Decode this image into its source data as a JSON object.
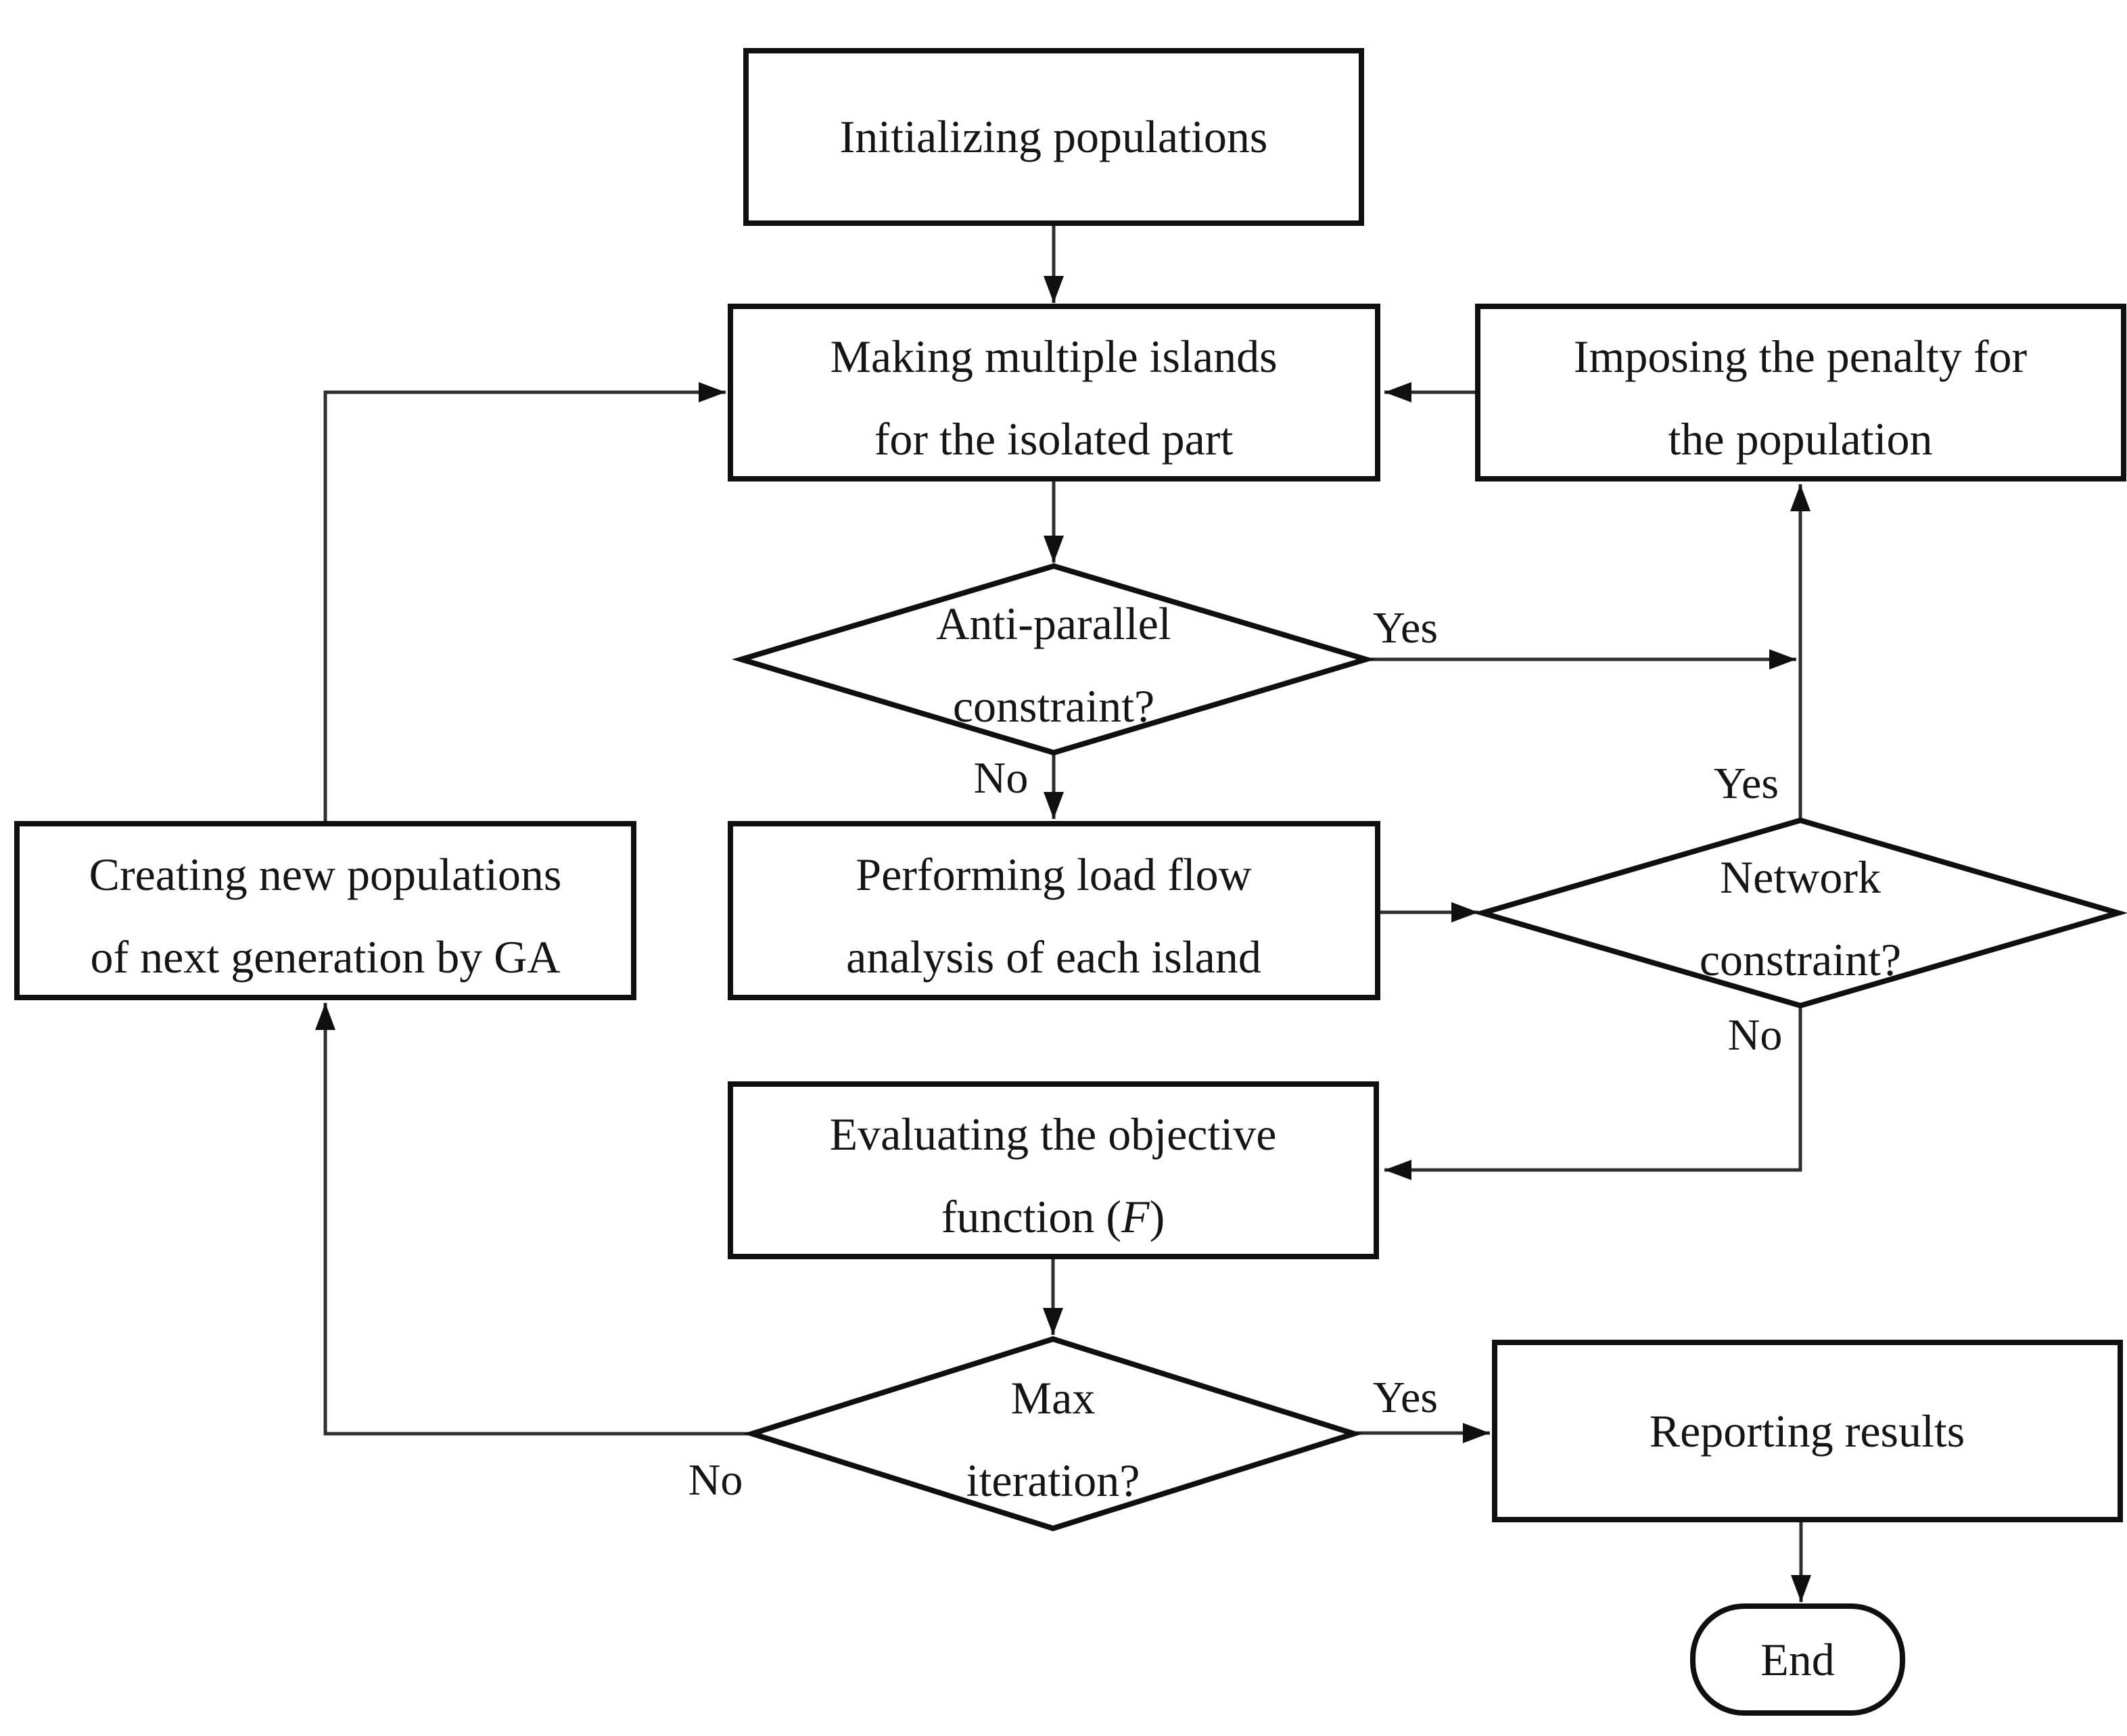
{
  "figure": {
    "type": "flowchart",
    "colors": {
      "background": "#ffffff",
      "shape_fill": "#ffffff",
      "shape_stroke": "#0f0f0f",
      "connector": "#2e2e2e",
      "text": "#151515"
    }
  },
  "nodes": {
    "init": {
      "type": "process",
      "label": "Initializing populations"
    },
    "islands": {
      "type": "process",
      "line1": "Making multiple islands",
      "line2": "for the isolated part"
    },
    "penalty": {
      "type": "process",
      "line1": "Imposing the penalty for",
      "line2": "the population"
    },
    "antiparallel": {
      "type": "decision",
      "line1": "Anti-parallel",
      "line2": "constraint?"
    },
    "loadflow": {
      "type": "process",
      "line1": "Performing load flow",
      "line2": "analysis of each island"
    },
    "network": {
      "type": "decision",
      "line1": "Network",
      "line2": "constraint?"
    },
    "creating": {
      "type": "process",
      "line1": "Creating new populations",
      "line2": "of next generation by GA"
    },
    "evaluating": {
      "type": "process",
      "line1": "Evaluating the objective",
      "line2_prefix": "function (",
      "line2_f": "F",
      "line2_suffix": ")"
    },
    "maxiter": {
      "type": "decision",
      "line1": "Max",
      "line2": "iteration?"
    },
    "reporting": {
      "type": "process",
      "label": "Reporting results"
    },
    "end": {
      "type": "terminator",
      "label": "End"
    }
  },
  "edge_labels": {
    "antiparallel_yes": "Yes",
    "antiparallel_no": "No",
    "network_yes": "Yes",
    "network_no": "No",
    "maxiter_yes": "Yes",
    "maxiter_no": "No"
  }
}
